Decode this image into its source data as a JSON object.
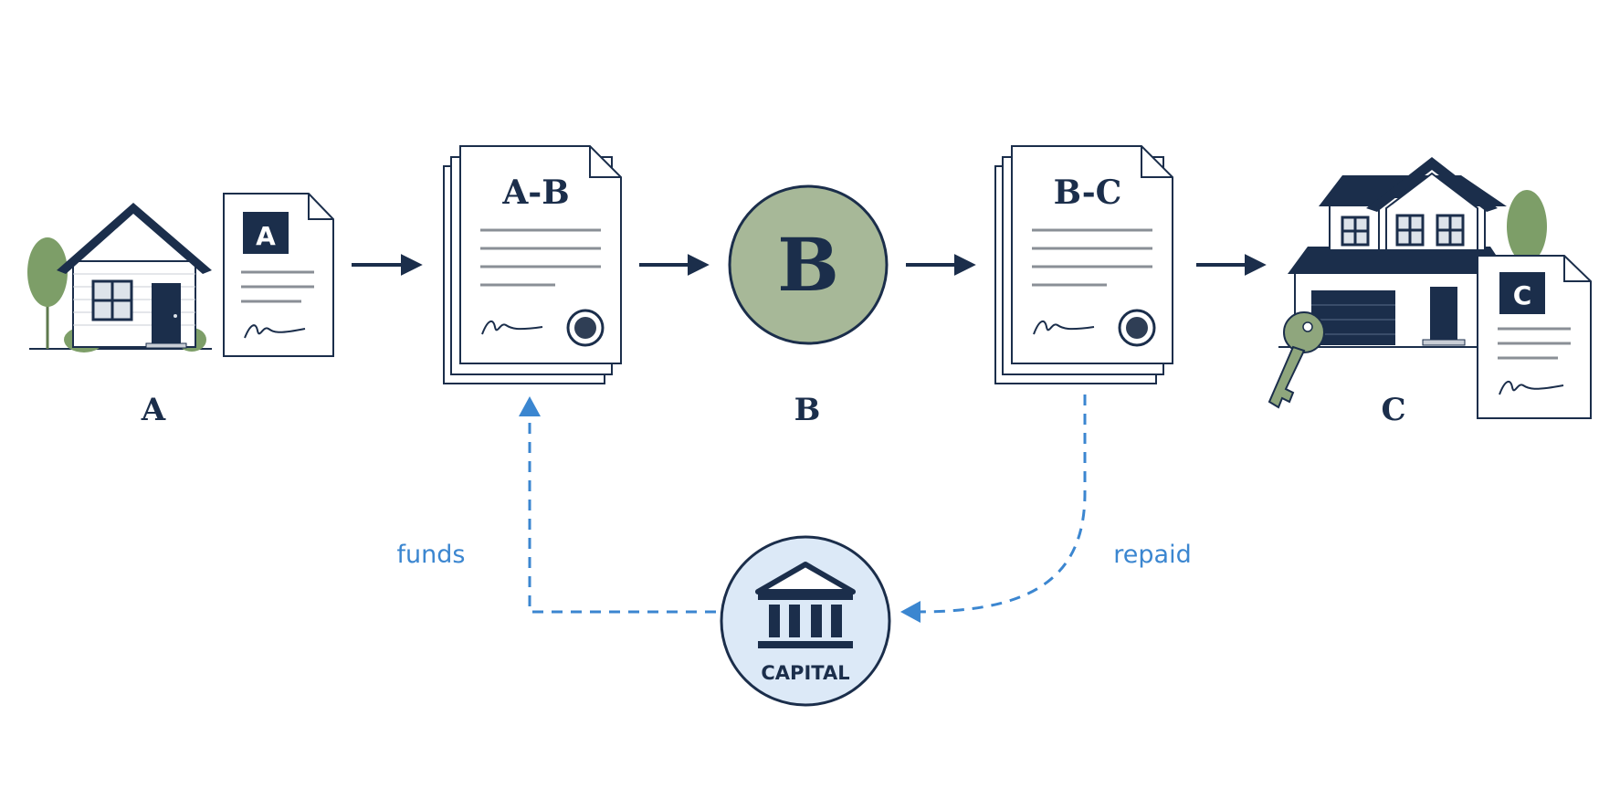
{
  "colors": {
    "navy": "#1b2e4b",
    "sage": "#a7b898",
    "sage_dark": "#7e9a72",
    "tree": "#7d9e68",
    "blue_dash": "#3b86d0",
    "capital_fill": "#dce9f7",
    "doc_lines": "#8a8f96"
  },
  "nodes": {
    "a_label": "A",
    "a_doc_badge": "A",
    "ab_doc_title": "A-B",
    "b_circle_letter": "B",
    "b_label": "B",
    "bc_doc_title": "B-C",
    "c_label": "C",
    "c_doc_badge": "C",
    "capital_label": "CAPITAL"
  },
  "flows": {
    "funds_label": "funds",
    "repaid_label": "repaid"
  }
}
